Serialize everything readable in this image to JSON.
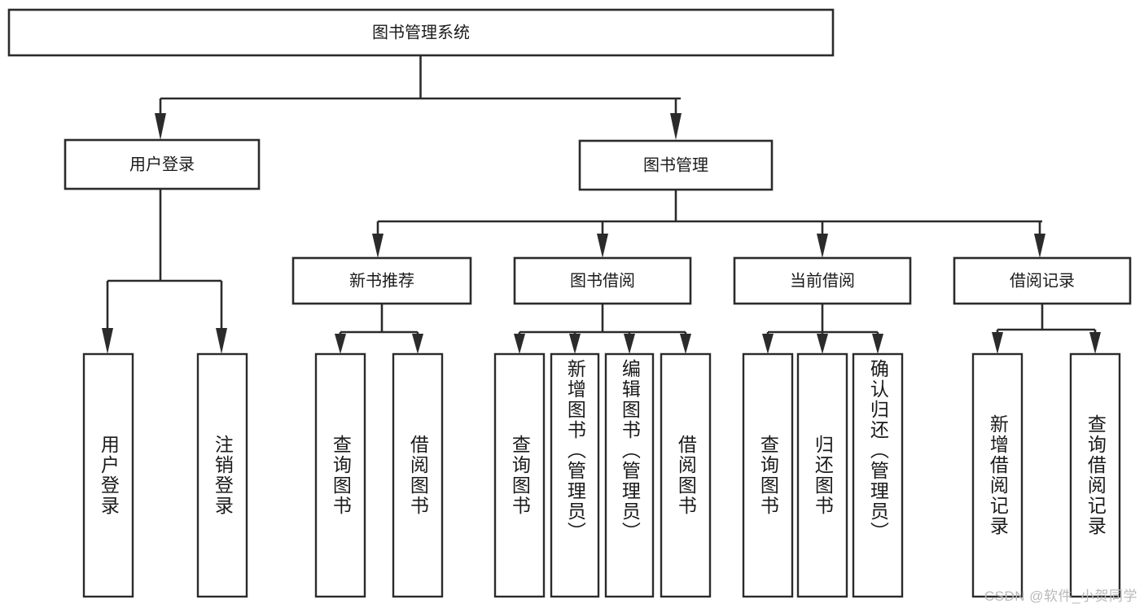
{
  "diagram": {
    "type": "tree",
    "title": "图书管理系统",
    "watermark": "CSDN @软件_小贺同学",
    "colors": {
      "stroke": "#2b2b2b",
      "fill": "#ffffff",
      "text": "#1a1a1a",
      "watermark": "#b9b9b9"
    },
    "root": {
      "label": "图书管理系统",
      "children": [
        {
          "label": "用户登录",
          "children": [
            {
              "label": "用户登录"
            },
            {
              "label": "注销登录"
            }
          ]
        },
        {
          "label": "图书管理",
          "children": [
            {
              "label": "新书推荐",
              "children": [
                {
                  "label": "查询图书"
                },
                {
                  "label": "借阅图书"
                }
              ]
            },
            {
              "label": "图书借阅",
              "children": [
                {
                  "label": "查询图书"
                },
                {
                  "label": "新增图书（管理员）"
                },
                {
                  "label": "编辑图书（管理员）"
                },
                {
                  "label": "借阅图书"
                }
              ]
            },
            {
              "label": "当前借阅",
              "children": [
                {
                  "label": "查询图书"
                },
                {
                  "label": "归还图书"
                },
                {
                  "label": "确认归还（管理员）"
                }
              ]
            },
            {
              "label": "借阅记录",
              "children": [
                {
                  "label": "新增借阅记录"
                },
                {
                  "label": "查询借阅记录"
                }
              ]
            }
          ]
        }
      ]
    },
    "nodes": {
      "root": "图书管理系统",
      "l1_user_login": "用户登录",
      "l1_book_manage": "图书管理",
      "l2_new_book": "新书推荐",
      "l2_book_borrow": "图书借阅",
      "l2_current_borrow": "当前借阅",
      "l2_borrow_record": "借阅记录",
      "leaf_user_login": "用户登录",
      "leaf_logout": "注销登录",
      "leaf_nb_query": "查询图书",
      "leaf_nb_borrow": "借阅图书",
      "leaf_bb_query": "查询图书",
      "leaf_bb_add": "新增图书（管理员）",
      "leaf_bb_edit": "编辑图书（管理员）",
      "leaf_bb_borrow": "借阅图书",
      "leaf_cb_query": "查询图书",
      "leaf_cb_return": "归还图书",
      "leaf_cb_confirm": "确认归还（管理员）",
      "leaf_br_add": "新增借阅记录",
      "leaf_br_query": "查询借阅记录"
    }
  }
}
